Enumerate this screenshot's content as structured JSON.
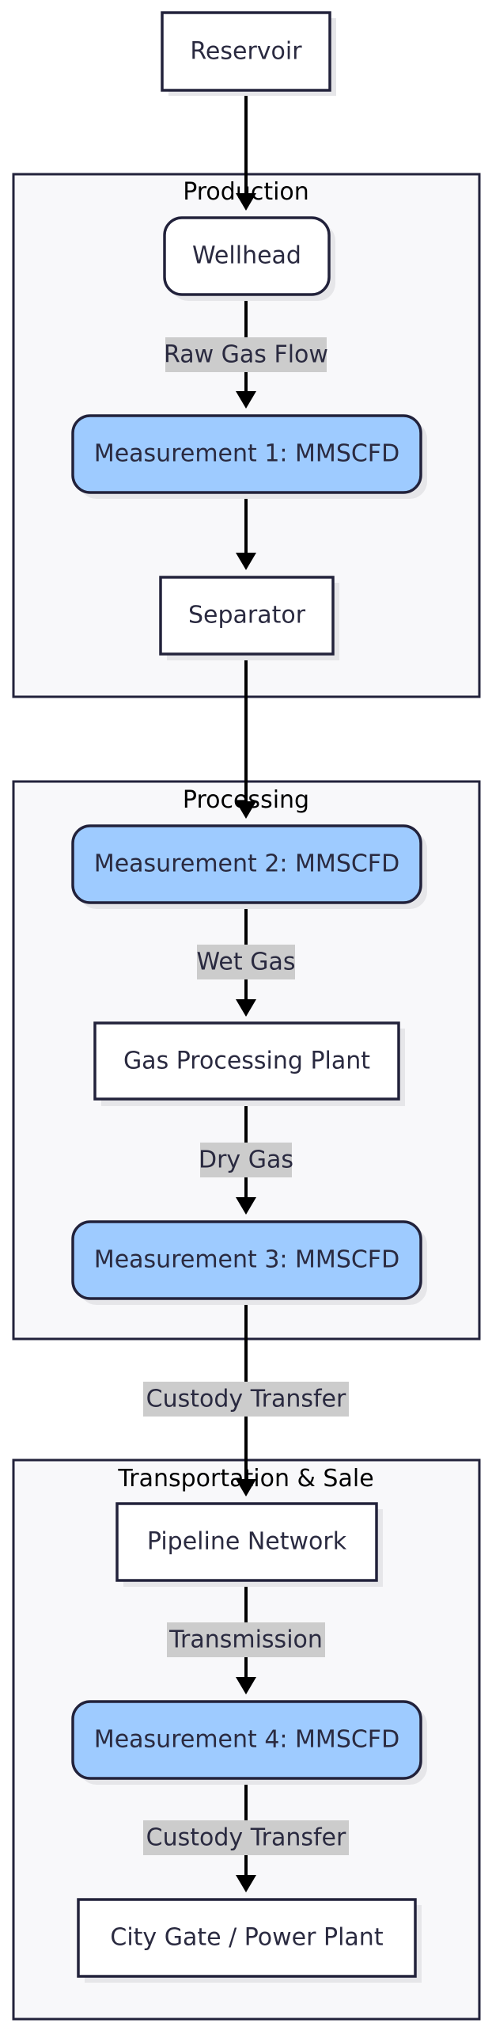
{
  "groups": {
    "production": {
      "title": "Production"
    },
    "processing": {
      "title": "Processing"
    },
    "transportation": {
      "title": "Transportation & Sale"
    }
  },
  "nodes": {
    "reservoir": "Reservoir",
    "wellhead": "Wellhead",
    "measurement_1": "Measurement 1: MMSCFD",
    "separator": "Separator",
    "measurement_2": "Measurement 2: MMSCFD",
    "gas_processing_plant": "Gas Processing Plant",
    "measurement_3": "Measurement 3: MMSCFD",
    "pipeline_network": "Pipeline Network",
    "measurement_4": "Measurement 4: MMSCFD",
    "city_gate": "City Gate / Power Plant"
  },
  "edges": {
    "raw_gas_flow": "Raw Gas Flow",
    "wet_gas": "Wet Gas",
    "dry_gas": "Dry Gas",
    "custody_transfer_1": "Custody Transfer",
    "transmission": "Transmission",
    "custody_transfer_2": "Custody Transfer"
  },
  "colors": {
    "measurement_fill": "#9ecbff",
    "node_stroke": "#22223b",
    "group_fill": "#f8f8fa",
    "edge_label_bg": "#cccccc"
  }
}
